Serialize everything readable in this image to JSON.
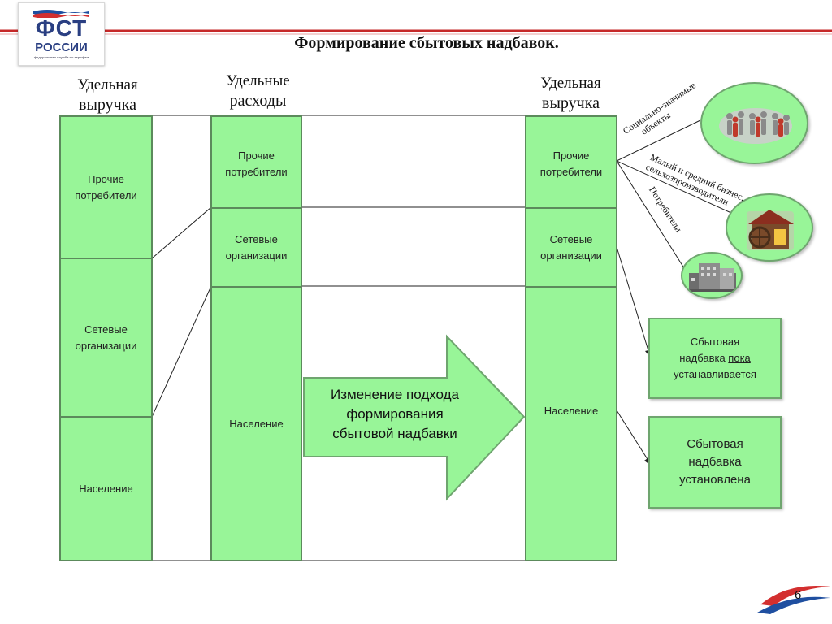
{
  "logo": {
    "main": "ФСТ",
    "sub": "РОССИИ",
    "small": "федеральная служба по тарифам"
  },
  "title": "Формирование сбытовых надбавок.",
  "headers": {
    "left": [
      "Удельная",
      "выручка"
    ],
    "middle": [
      "Удельные",
      "расходы"
    ],
    "right": [
      "Удельная",
      "выручка"
    ]
  },
  "col_left": {
    "other": [
      "Прочие",
      "потребители"
    ],
    "grid": [
      "Сетевые",
      "организации"
    ],
    "population": "Население"
  },
  "col_middle": {
    "other": [
      "Прочие",
      "потребители"
    ],
    "grid": [
      "Сетевые",
      "организации"
    ],
    "population": "Население"
  },
  "col_right": {
    "other": [
      "Прочие",
      "потребители"
    ],
    "grid": [
      "Сетевые",
      "организации"
    ],
    "population": "Население"
  },
  "arrow_text": [
    "Изменение подхода",
    "формирования",
    "сбытовой надбавки"
  ],
  "categories": {
    "social": [
      "Социально-значимые",
      "объекты"
    ],
    "business": [
      "Малый и средний бизнес,",
      "сельхозпроизводители"
    ],
    "consumers": "Потребители"
  },
  "markup_pending": {
    "line1": "Сбытовая",
    "line2_pre": "надбавка ",
    "line2_underlined": "пока",
    "line3": "устанавливается"
  },
  "markup_set": [
    "Сбытовая",
    "надбавка",
    "установлена"
  ],
  "page_number": "6",
  "colors": {
    "box_fill": "#98f598",
    "box_border": "#5c8a5c",
    "header_line": "#c62828",
    "logo_blue": "#2a3f82"
  }
}
